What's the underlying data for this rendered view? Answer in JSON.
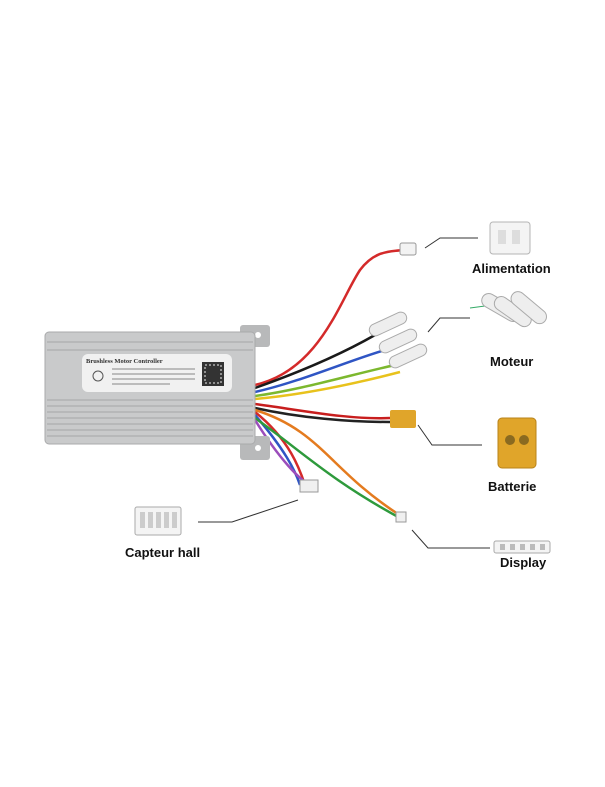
{
  "controller": {
    "title": "Brushless Motor Controller"
  },
  "labels": {
    "power": "Alimentation",
    "motor": "Moteur",
    "battery": "Batterie",
    "display": "Display",
    "hall": "Capteur hall"
  },
  "colors": {
    "xt_connector": "#e0a52a",
    "housing": "#c9cacb"
  }
}
